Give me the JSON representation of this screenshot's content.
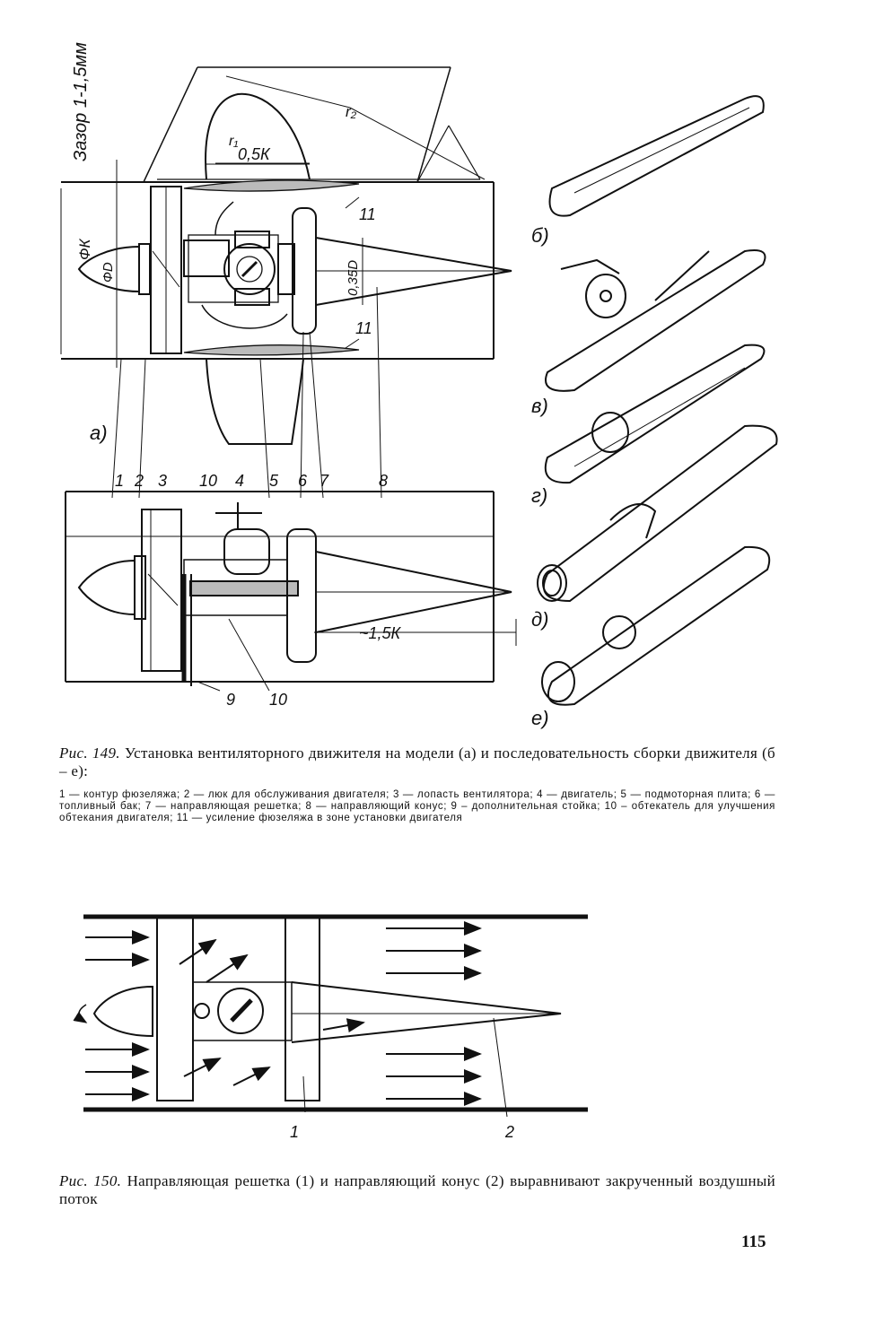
{
  "figure149": {
    "dims": {
      "gap": "Зазор 1-1,5мм",
      "phiK": "ФК",
      "phiD": "ФD",
      "half_k": "0,5К",
      "r1": "r₁",
      "r2": "r₂",
      "d035": "0,35D",
      "k15": "~1,5К"
    },
    "callouts": [
      "1",
      "2",
      "3",
      "10",
      "4",
      "5",
      "6",
      "7",
      "8",
      "9",
      "10",
      "11",
      "11"
    ],
    "subfigure_labels": [
      "а)",
      "б)",
      "в)",
      "г)",
      "д)",
      "е)"
    ],
    "caption_prefix": "Рис. 149.",
    "caption": "Установка вентиляторного движителя на модели (а) и последовательность сборки движителя (б – е):",
    "legend": "1 — контур фюзеляжа; 2 — люк для обслуживания двигателя; 3 — лопасть вентилятора; 4 — двигатель; 5 — подмоторная плита; 6 — топливный бак; 7 — направляющая решетка; 8 — направляющий конус; 9 – дополнительная стойка; 10 – обтекатель для улучшения обтекания двигателя; 11 — усиление фюзеляжа в зоне установки двигателя"
  },
  "figure150": {
    "callouts": [
      "1",
      "2"
    ],
    "caption_prefix": "Рис. 150.",
    "caption": "Направляющая решетка (1) и направляющий конус (2) выравнивают закрученный воздушный поток"
  },
  "page_number": "115"
}
